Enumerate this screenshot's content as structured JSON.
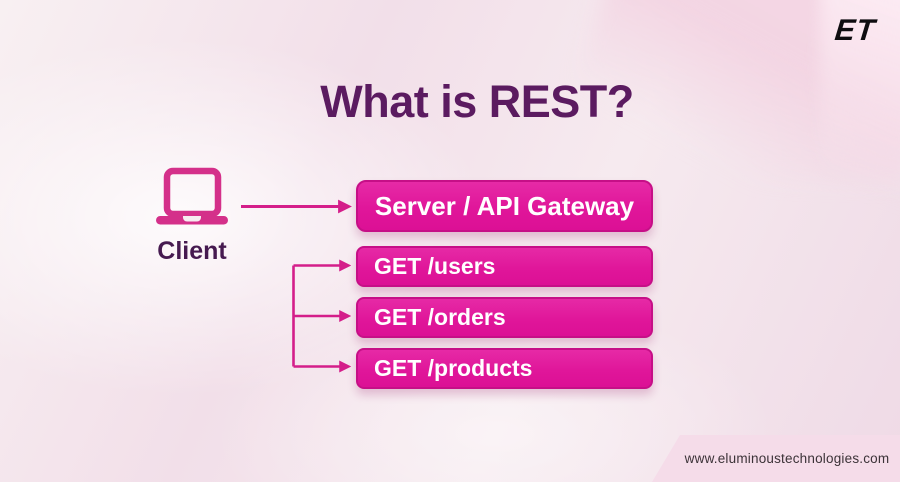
{
  "brand": {
    "logo_text": "ET",
    "website": "www.eluminoustechnologies.com"
  },
  "title": {
    "prefix": "What is ",
    "highlight": "REST?"
  },
  "diagram": {
    "client_label": "Client",
    "client_icon": "laptop-icon",
    "server_box": "Server / API Gateway",
    "endpoint_boxes": [
      "GET /users",
      "GET /orders",
      "GET /products"
    ],
    "flow": [
      {
        "from": "client",
        "to": "server-box",
        "type": "arrow"
      },
      {
        "from": "branch-line",
        "to": "endpoint-box-users",
        "type": "arrow"
      },
      {
        "from": "branch-line",
        "to": "endpoint-box-orders",
        "type": "arrow"
      },
      {
        "from": "branch-line",
        "to": "endpoint-box-products",
        "type": "arrow"
      }
    ]
  },
  "colors": {
    "box_fill": "#e0169a",
    "box_border": "#c60f87",
    "arrow_pink": "#d41e8a",
    "laptop_pink": "#d4308a",
    "title_purple": "#5b1b60",
    "client_label_purple": "#461a50",
    "logo_black": "#0e0c10",
    "footer_band_pink": "#f5dce9",
    "background_pink": "#f2dfe9"
  }
}
